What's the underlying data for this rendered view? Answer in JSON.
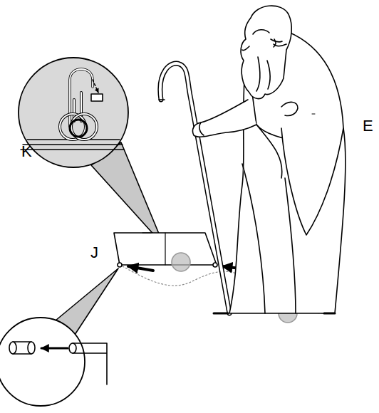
{
  "diagram": {
    "labels": [
      "K",
      "J",
      "E"
    ]
  }
}
